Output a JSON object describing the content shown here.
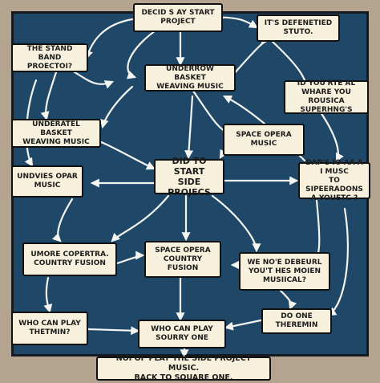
{
  "nodes": {
    "decide": "DECID S AY START\nPROJECT",
    "defenetied": "IT'S DEFENETIED\nSTUTO.",
    "stand_band": "THE STAND BAND\nPROECTOI?",
    "underrow": "UNDERROW BASKET\nWEAVING MUSIC",
    "rousica": "ID YOU'RTE AL\nWHARE YOU ROUSICA\nSUPERHNG'S",
    "underatel": "UNDERATEL BASKET\nWEAVING MUSIC",
    "space_opera_right": "SPACE OPERA\nMUSIC",
    "center": "DID TO START\nSIDE PROJECS",
    "undvies": "UNDVIES OPAR\nMUSIC",
    "superadons": "DAP'S IO AA A I MUSC\nTO SIPEERADONS\nA YOUETC ?",
    "umore": "UMORE COPERTRA.\nCOUNTRY FUSION",
    "space_country": "SPACE OPERA\nCOUNTRY FUSION",
    "moien": "WE NO'E DEBEURL\nYOU'T HES MOIEN\nMUSIICAL?",
    "who_left": "WHO CAN PLAY\nTHETMIN?",
    "do_one": "DO ONE\nTHEREMIN",
    "who_center": "WHO CAN PLAY\nSOURRY ONE",
    "bottom": "NOI OF PLAY THE SIDE PROJECT MUSIC.\nBACK TO SQUARE ONE."
  },
  "colors": {
    "board": "#1f4868",
    "frame": "#b3a38f",
    "card": "#f6f0dc",
    "line": "#f4f4f0"
  }
}
